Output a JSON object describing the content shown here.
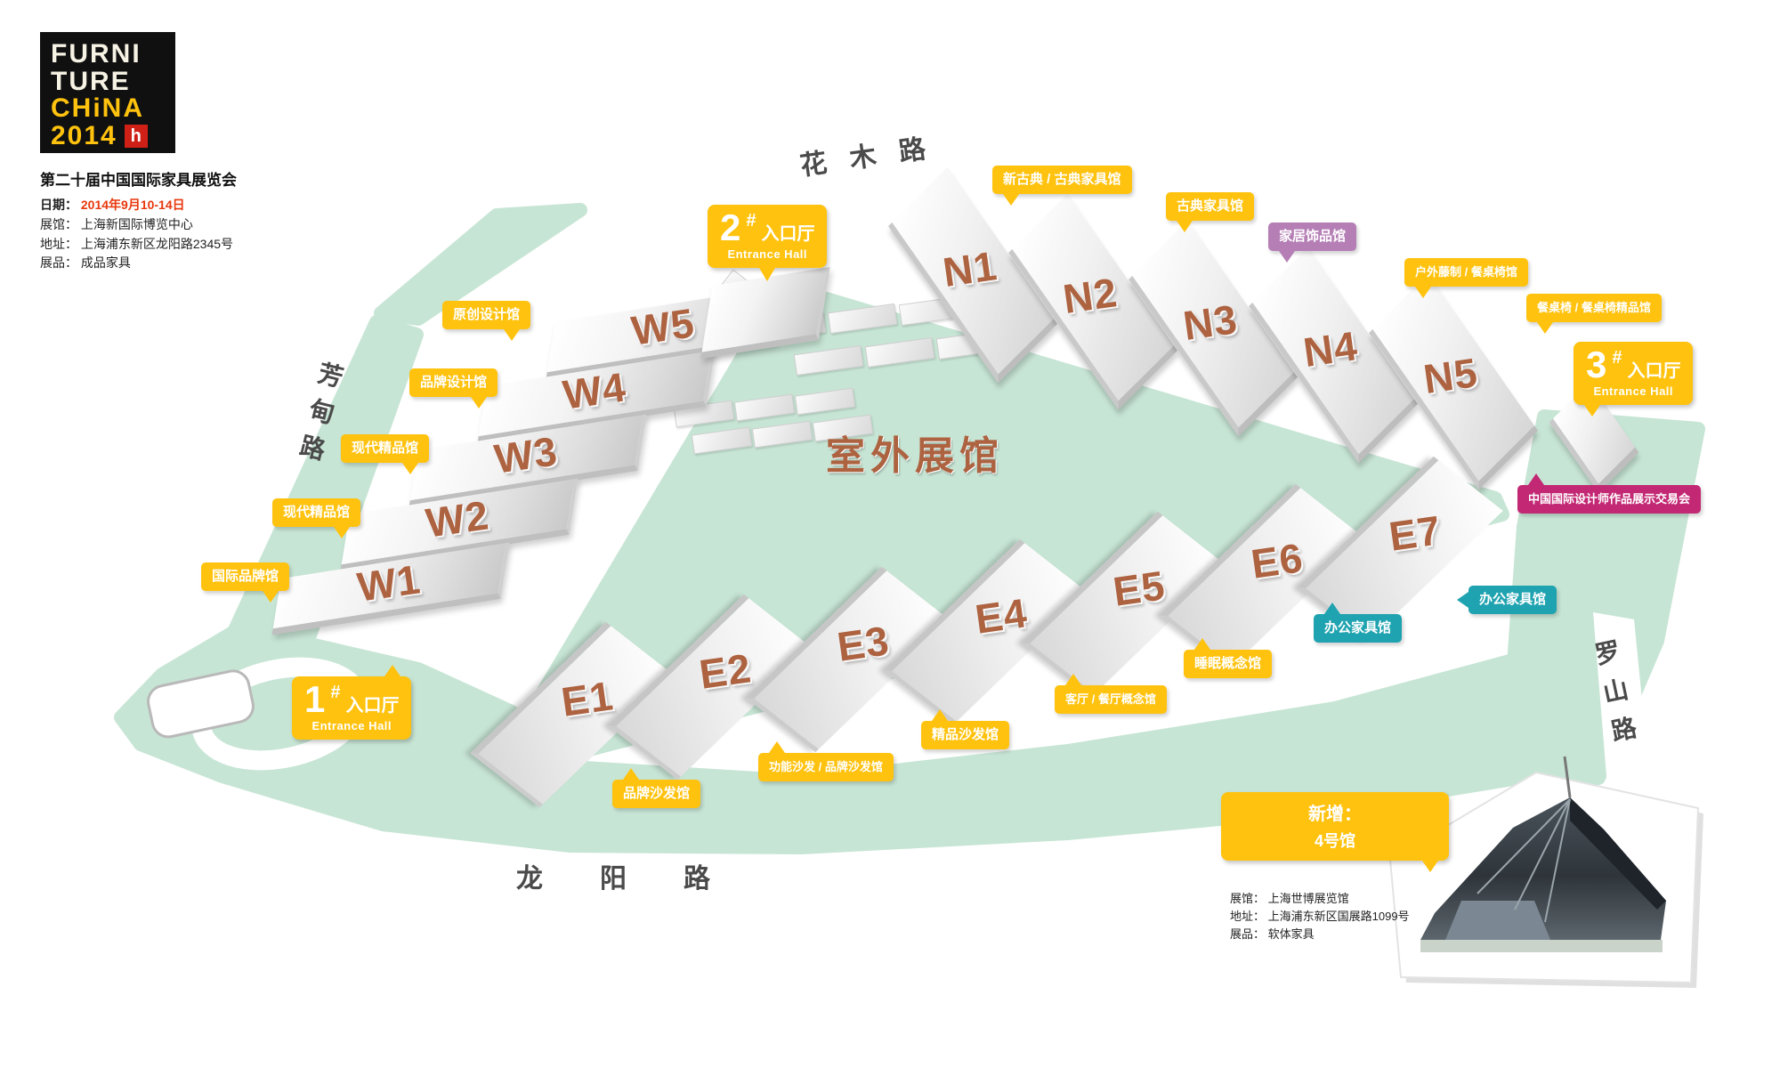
{
  "logo": {
    "line1": "FURNI",
    "line2": "TURE",
    "line3": "CHiNA",
    "line4": "2014",
    "badge": "h"
  },
  "event": {
    "title": "第二十届中国国际家具展览会",
    "date_label": "日期：",
    "date": "2014年9月10-14日",
    "venue_label": "展馆：",
    "venue": "上海新国际博览中心",
    "address_label": "地址：",
    "address": "上海浦东新区龙阳路2345号",
    "exhibits_label": "展品：",
    "exhibits": "成品家具"
  },
  "roads": {
    "north": "花木路",
    "west": "芳甸路",
    "south": "龙阳路",
    "east": "罗山路"
  },
  "entrances": {
    "e1": {
      "num": "1",
      "hash": "#",
      "cn": "入口厅",
      "en": "Entrance Hall"
    },
    "e2": {
      "num": "2",
      "hash": "#",
      "cn": "入口厅",
      "en": "Entrance Hall"
    },
    "e3": {
      "num": "3",
      "hash": "#",
      "cn": "入口厅",
      "en": "Entrance Hall"
    }
  },
  "halls": {
    "west": [
      "W5",
      "W4",
      "W3",
      "W2",
      "W1"
    ],
    "north": [
      "N1",
      "N2",
      "N3",
      "N4",
      "N5"
    ],
    "east": [
      "E1",
      "E2",
      "E3",
      "E4",
      "E5",
      "E6",
      "E7"
    ],
    "outdoor_label": "室外展馆"
  },
  "callouts": {
    "w5": "原创设计馆",
    "w4": "品牌设计馆",
    "w3": "现代精品馆",
    "w2": "现代精品馆",
    "w1": "国际品牌馆",
    "n1": "新古典 / 古典家具馆",
    "n2": "古典家具馆",
    "n3": "家居饰品馆",
    "n4": "户外藤制 / 餐桌椅馆",
    "n5": "餐桌椅 / 餐桌椅精品馆",
    "e1": "品牌沙发馆",
    "e2": "功能沙发 / 品牌沙发馆",
    "e3": "精品沙发馆",
    "e4": "客厅 / 餐厅概念馆",
    "e5": "睡眠概念馆",
    "e6": "办公家具馆",
    "e7": "办公家具馆",
    "designer_fair": "中国国际设计师作品展示交易会"
  },
  "new_hall": {
    "label": "新增：",
    "name": "4号馆"
  },
  "venue2": {
    "venue_label": "展馆：",
    "venue": "上海世博展览馆",
    "address_label": "地址：",
    "address": "上海浦东新区国展路1099号",
    "exhibits_label": "展品：",
    "exhibits": "软体家具"
  },
  "colors": {
    "accent_yellow": "#FFC20E",
    "purple": "#B57FB6",
    "teal": "#1FA3B0",
    "magenta": "#C22873",
    "site_green": "#C7E5D5",
    "hall_text_brown": "#AD6240",
    "badge_red": "#CF2017",
    "date_red": "#E8380D"
  }
}
